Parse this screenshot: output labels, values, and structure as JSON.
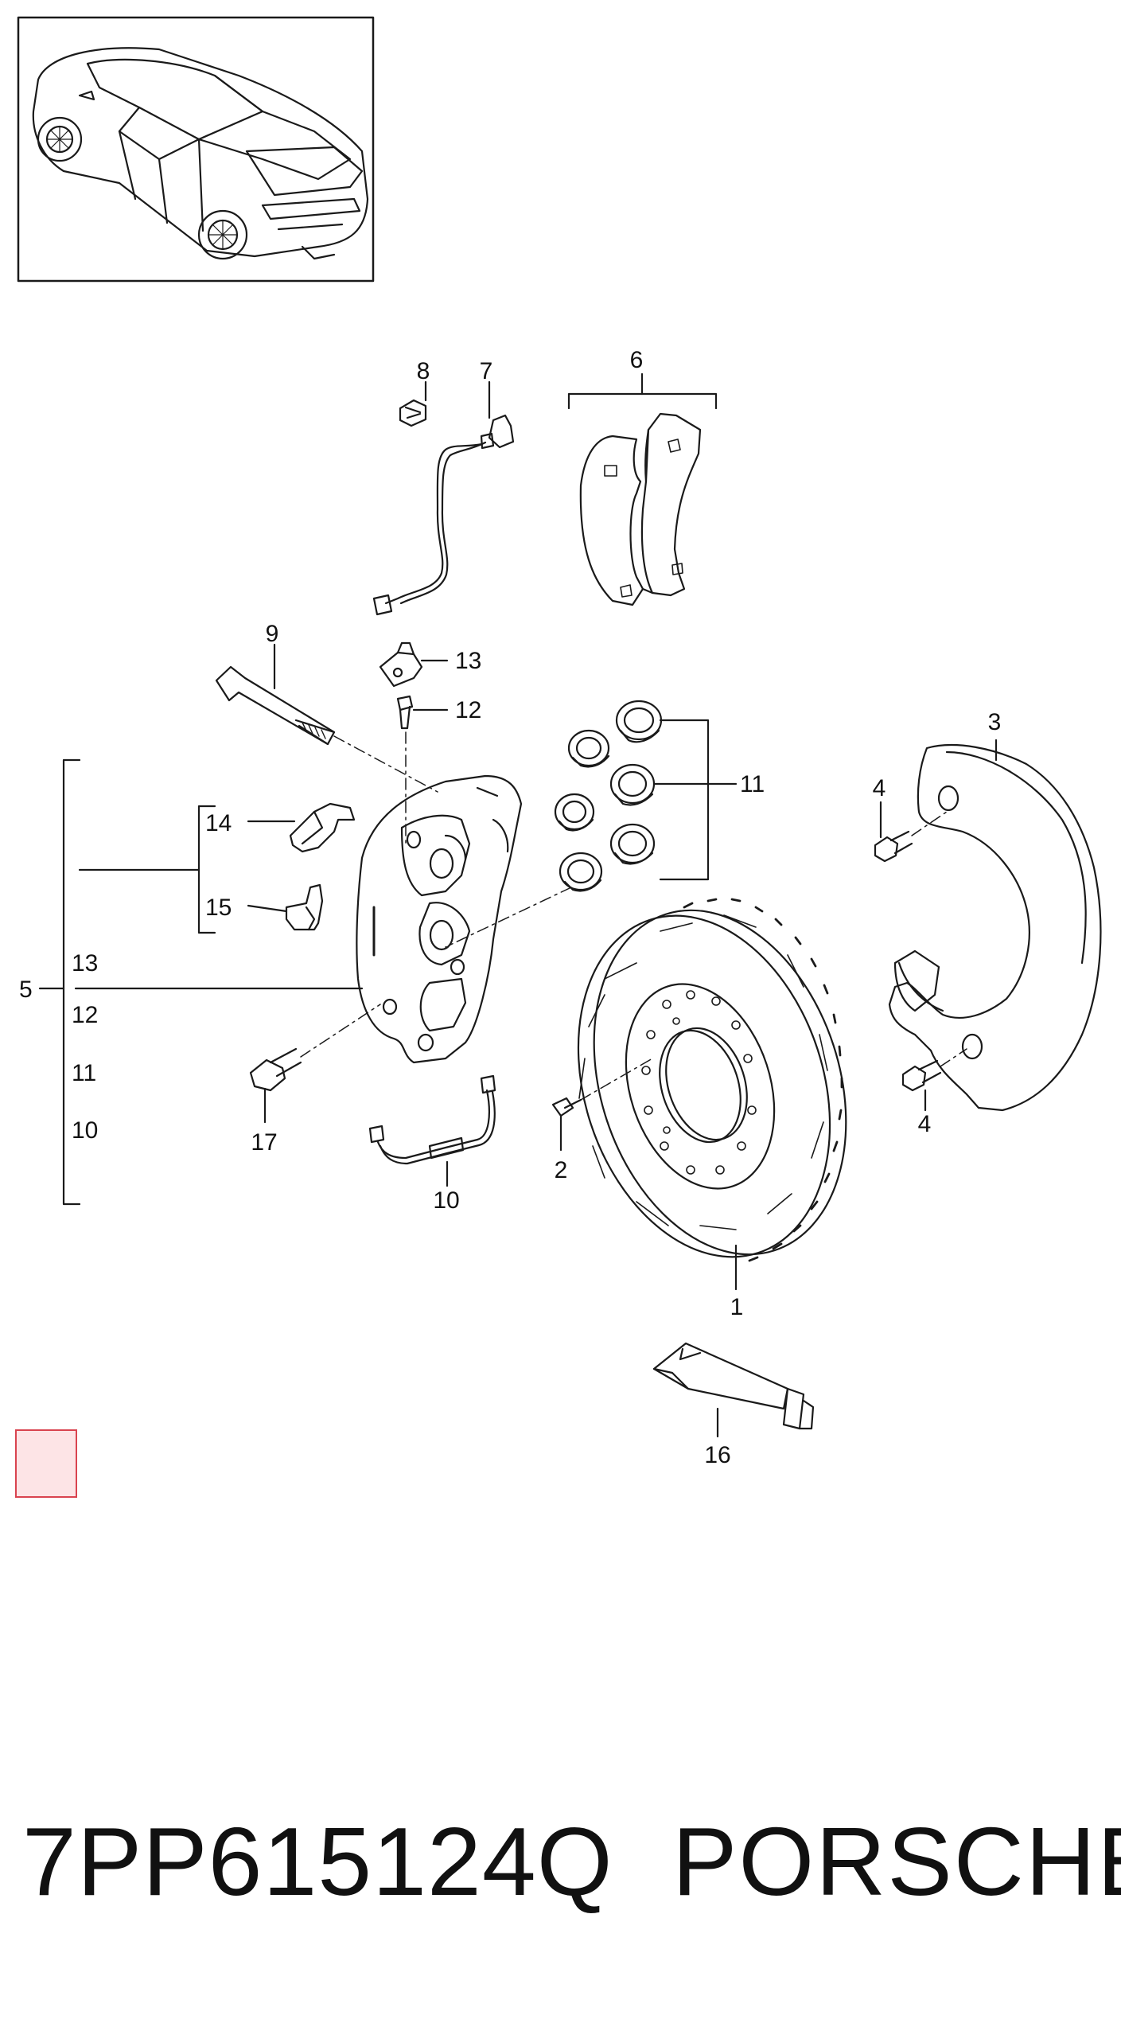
{
  "callouts": {
    "c1": "1",
    "c2": "2",
    "c3": "3",
    "c4a": "4",
    "c4b": "4",
    "c5": "5",
    "c6": "6",
    "c7": "7",
    "c8": "8",
    "c9": "9",
    "c10": "10",
    "c11": "11",
    "c12": "12",
    "c13": "13",
    "c14": "14",
    "c15": "15",
    "c16": "16",
    "c17": "17",
    "bracket5_13": "13",
    "bracket5_12": "12",
    "bracket5_11": "11",
    "bracket5_10": "10"
  },
  "footer": {
    "part_number": "7PP615124Q",
    "brand": "PORSCHE"
  },
  "colors": {
    "line": "#1a1a1a",
    "swatch_fill": "#fde4e6",
    "swatch_border": "#d9434f"
  }
}
